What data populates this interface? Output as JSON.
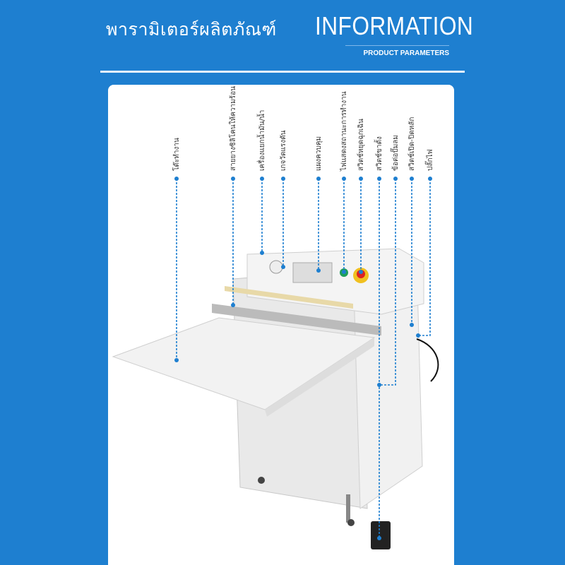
{
  "header": {
    "title_th": "พารามิเตอร์ผลิตภัณฑ์",
    "title_en": "INFORMATION",
    "subtitle": "PRODUCT PARAMETERS"
  },
  "accent_color": "#1e7fd0",
  "labels": [
    "โต๊ะทำงาน",
    "สายยางซิลิโคนให้ความร้อน",
    "เครื่องแยกน้ำมัน/น้ำ",
    "เกจวัดแรงดัน",
    "แผงควบคุม",
    "ไฟแสดงสถานะการทำงาน",
    "สวิตช์หยุดฉุกเฉิน",
    "สวิตช์ขาตั้ง",
    "ข้อต่อปั๊มลม",
    "สวิตช์เปิด-ปิดหลัก",
    "ปลั๊กไฟ"
  ]
}
